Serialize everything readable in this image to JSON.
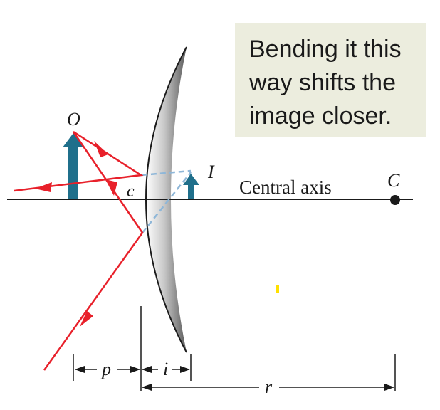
{
  "callout": {
    "lines": [
      "Bending it this",
      "way shifts the",
      "image closer."
    ]
  },
  "labels": {
    "object": "O",
    "image": "I",
    "mirror_center": "c",
    "center_of_curvature": "C",
    "axis": "Central axis",
    "object_distance": "p",
    "image_distance": "i",
    "radius": "r"
  },
  "colors": {
    "ray": "#e8202a",
    "arrow": "#1f6f8b",
    "virtual_ray": "#8fb7d8",
    "mirror_shade": "#b8b8b8",
    "callout_bg": "#ecedde",
    "marker": "#ffe000"
  }
}
